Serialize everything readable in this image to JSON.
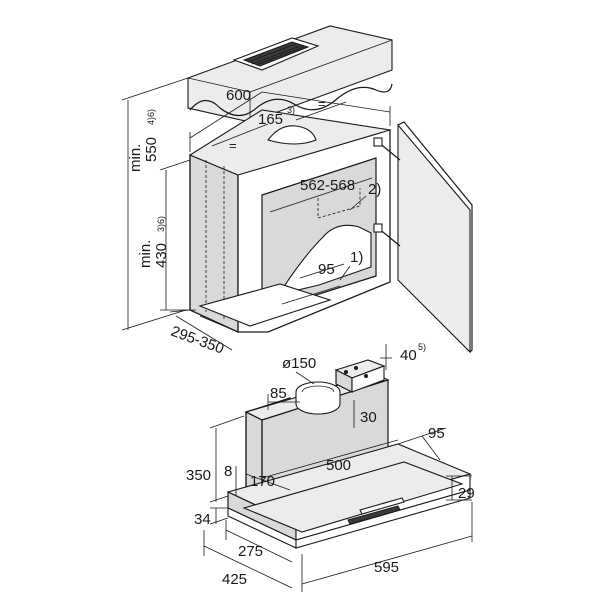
{
  "cabinet": {
    "labels": {
      "width_600": "600",
      "cutout_165": "165",
      "cutout_165_note": "3)",
      "min_550_line1": "min.",
      "min_550_line2": "550",
      "min_550_note": "4)6)",
      "min_430_line1": "min.",
      "min_430_line2": "430",
      "min_430_note": "3)6)",
      "inner_562_568": "562-568",
      "note_2": "2)",
      "note_1": "1)",
      "dim_95": "95",
      "depth_295_350": "295-350"
    }
  },
  "hood": {
    "labels": {
      "diameter_150": "ø150",
      "dim_40": "40",
      "dim_40_note": "5)",
      "dim_85": "85",
      "dim_30": "30",
      "dim_95": "95",
      "width_500": "500",
      "height_350": "350",
      "dim_8": "8",
      "depth_170": "170",
      "dim_34": "34",
      "dim_29": "29",
      "depth_275": "275",
      "depth_425": "425",
      "width_595": "595"
    }
  },
  "colors": {
    "line": "#1a1a1a",
    "panel_fill": "#d9d9d9",
    "surface_fill": "#ececec",
    "background": "#ffffff"
  }
}
